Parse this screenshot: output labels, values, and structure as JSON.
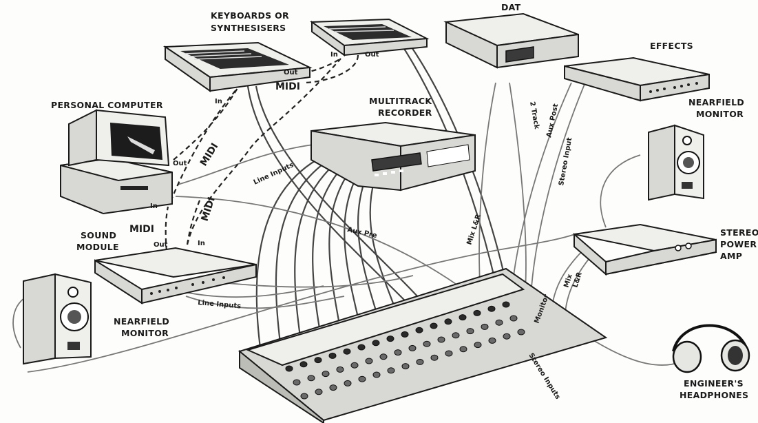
{
  "labels": {
    "keyboards": [
      "KEYBOARDS OR",
      "SYNTHESISERS"
    ],
    "dat": "DAT",
    "effects": "EFFECTS",
    "nearfield_right": [
      "NEARFIELD",
      "MONITOR"
    ],
    "personal_computer": "PERSONAL COMPUTER",
    "multitrack": [
      "MULTITRACK",
      "RECORDER"
    ],
    "sound_module": [
      "SOUND",
      "MODULE"
    ],
    "nearfield_left": [
      "NEARFIELD",
      "MONITOR"
    ],
    "stereo_amp": [
      "STEREO",
      "POWER",
      "AMP"
    ],
    "headphones": [
      "ENGINEER'S",
      "HEADPHONES"
    ]
  },
  "connections": {
    "midi": "MIDI",
    "out": "Out",
    "in": "In",
    "line_inputs": "Line Inputs",
    "aux_pre": "Aux Pre",
    "aux_post": "Aux Post",
    "two_track": "2 Track",
    "stereo_input": "Stereo Input",
    "stereo_inputs": "Stereo Inputs",
    "mix_lr": "Mix L&R",
    "mix": "Mix",
    "lr": "L&R",
    "monitor": "Monitor"
  }
}
